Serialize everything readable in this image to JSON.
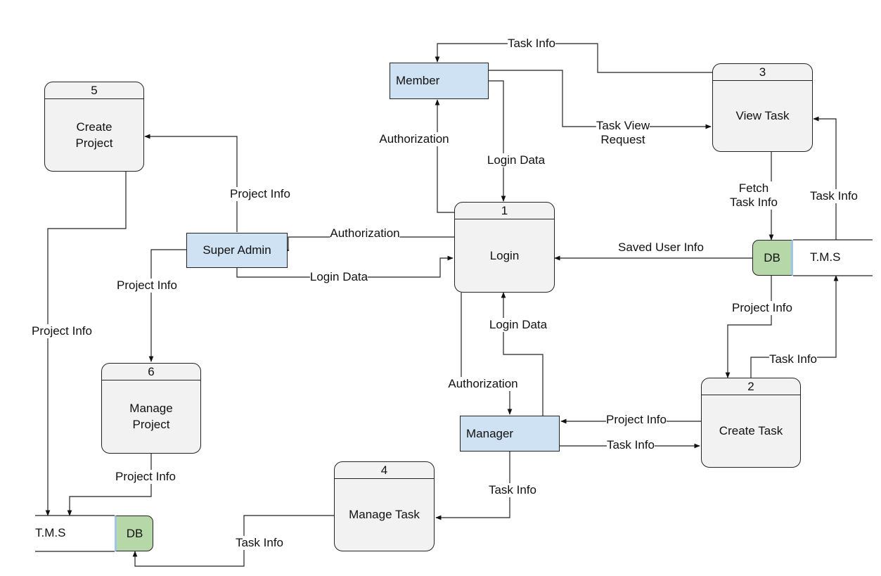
{
  "processes": {
    "p1": {
      "number": "1",
      "name": "Login"
    },
    "p2": {
      "number": "2",
      "name": "Create Task"
    },
    "p3": {
      "number": "3",
      "name": "View Task"
    },
    "p4": {
      "number": "4",
      "name": "Manage Task"
    },
    "p5": {
      "number": "5",
      "name": "Create\nProject"
    },
    "p6": {
      "number": "6",
      "name": "Manage\nProject"
    }
  },
  "entities": {
    "member": "Member",
    "super_admin": "Super Admin",
    "manager": "Manager"
  },
  "stores": {
    "right": {
      "db": "DB",
      "name": "T.M.S"
    },
    "left": {
      "db": "DB",
      "name": "T.M.S"
    }
  },
  "flows": {
    "member_task_info": "Task Info",
    "task_view_request": "Task View\nRequest",
    "authorization_member": "Authorization",
    "login_data_member": "Login Data",
    "project_info_sa_p5": "Project Info",
    "authorization_sa": "Authorization",
    "login_data_sa": "Login Data",
    "project_info_sa_p6": "Project Info",
    "project_info_p5_store": "Project Info",
    "saved_user_info": "Saved User Info",
    "fetch_task_info": "Fetch\nTask Info",
    "task_info_store_p3": "Task Info",
    "project_info_store_p2": "Project Info",
    "task_info_p2_store": "Task Info",
    "login_data_manager": "Login Data",
    "authorization_manager": "Authorization",
    "project_info_p2_manager": "Project Info",
    "task_info_manager_p2": "Task Info",
    "task_info_manager_p4": "Task Info",
    "project_info_p6_store": "Project Info",
    "task_info_p4_store": "Task Info"
  }
}
